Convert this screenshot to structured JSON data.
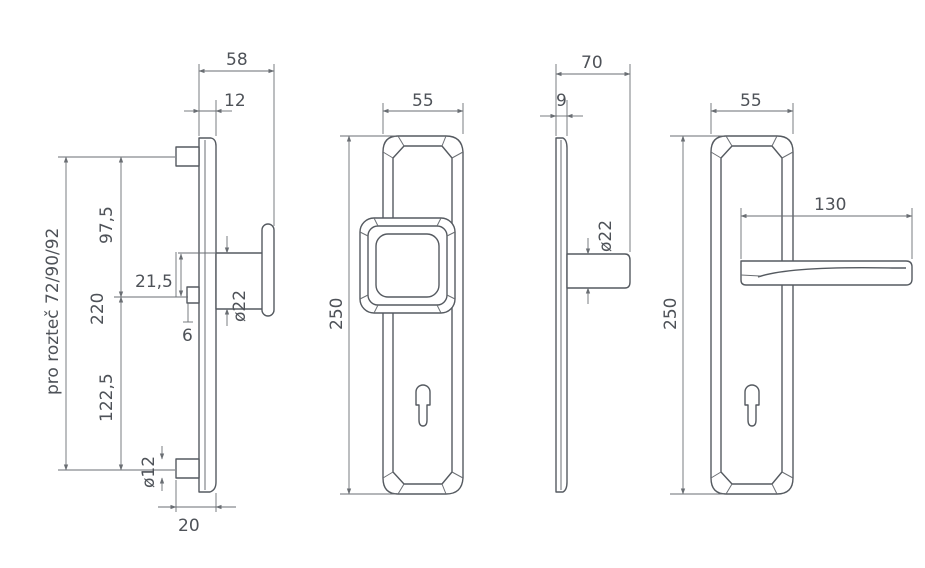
{
  "dimensions": {
    "side_view_1": {
      "width_58": "58",
      "offset_12": "12",
      "center_97_5": "97,5",
      "offset_21_5": "21,5",
      "knob_dia_22": "ø22",
      "gap_6": "6",
      "center_122_5": "122,5",
      "height_220": "220",
      "pin_dia_12": "ø12",
      "base_20": "20"
    },
    "spacing_note": "pro rozteč 72/90/92",
    "front_view_knob": {
      "width_55": "55",
      "height_250": "250"
    },
    "side_view_2": {
      "width_70": "70",
      "thickness_9": "9",
      "stem_dia_22": "ø22"
    },
    "front_view_lever": {
      "width_55": "55",
      "lever_130": "130",
      "height_250": "250"
    }
  },
  "colors": {
    "line": "#555a60",
    "dimension": "#6a6e73",
    "text": "#4e5258",
    "background": "#ffffff"
  }
}
